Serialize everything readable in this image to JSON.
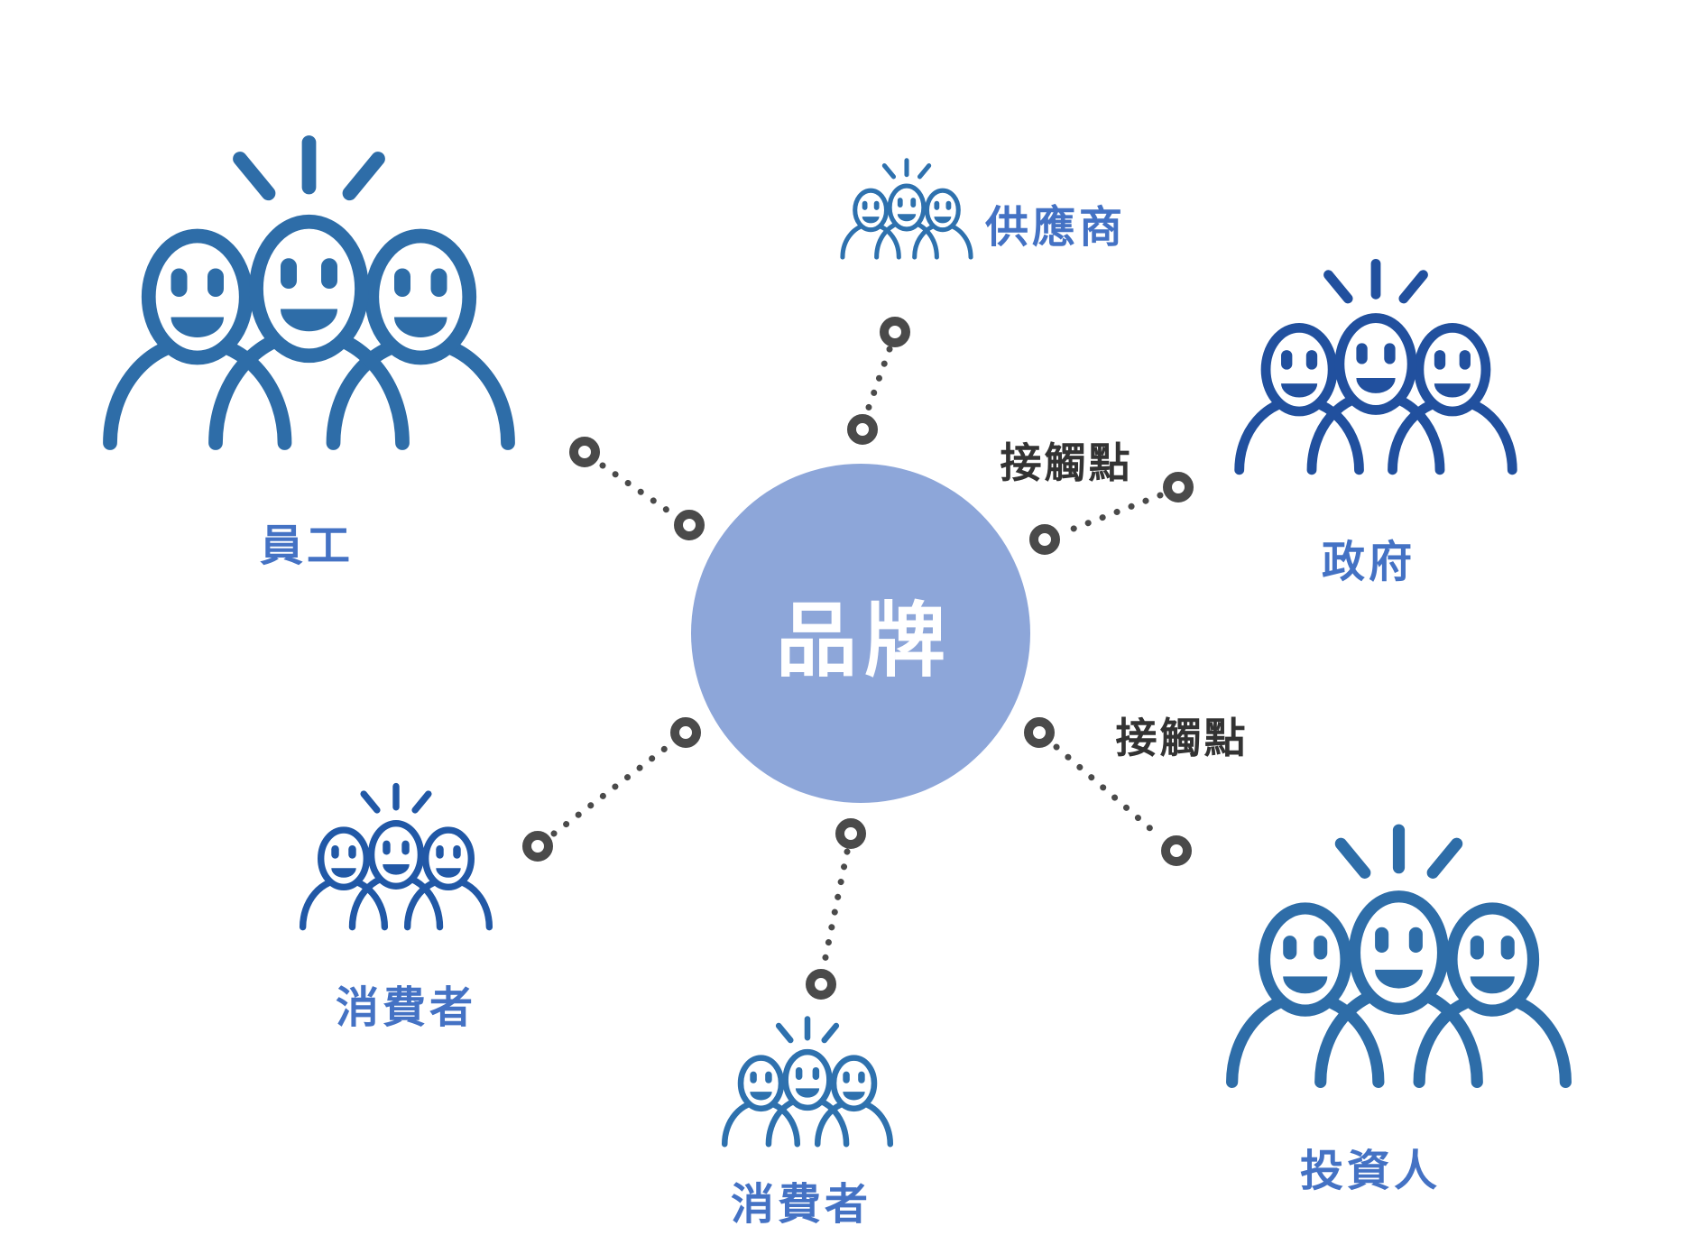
{
  "center": {
    "label": "品牌",
    "circle_color": "#8DA6D9",
    "text_color": "#FFFFFF"
  },
  "touchpoints": [
    {
      "label": "接觸點"
    },
    {
      "label": "接觸點"
    }
  ],
  "colors": {
    "group_label": "#4472C4",
    "touchpoint_label": "#333333",
    "connector": "#4A4A4A",
    "brand_circle": "#8DA6D9"
  },
  "stakeholders": [
    {
      "id": "employees",
      "label": "員工",
      "icon": "people-group-icon",
      "icon_style": "color:#2E6DA8"
    },
    {
      "id": "suppliers",
      "label": "供應商",
      "icon": "people-group-icon",
      "icon_style": "color:#2E71AE"
    },
    {
      "id": "government",
      "label": "政府",
      "icon": "people-group-icon",
      "icon_style": "color:#21509E"
    },
    {
      "id": "consumers-left",
      "label": "消費者",
      "icon": "people-group-icon",
      "icon_style": "color:#2158A6"
    },
    {
      "id": "consumers-mid",
      "label": "消費者",
      "icon": "people-group-icon",
      "icon_style": "color:#2E71AE"
    },
    {
      "id": "investors",
      "label": "投資人",
      "icon": "people-group-icon",
      "icon_style": "color:#2E6DA8"
    }
  ]
}
